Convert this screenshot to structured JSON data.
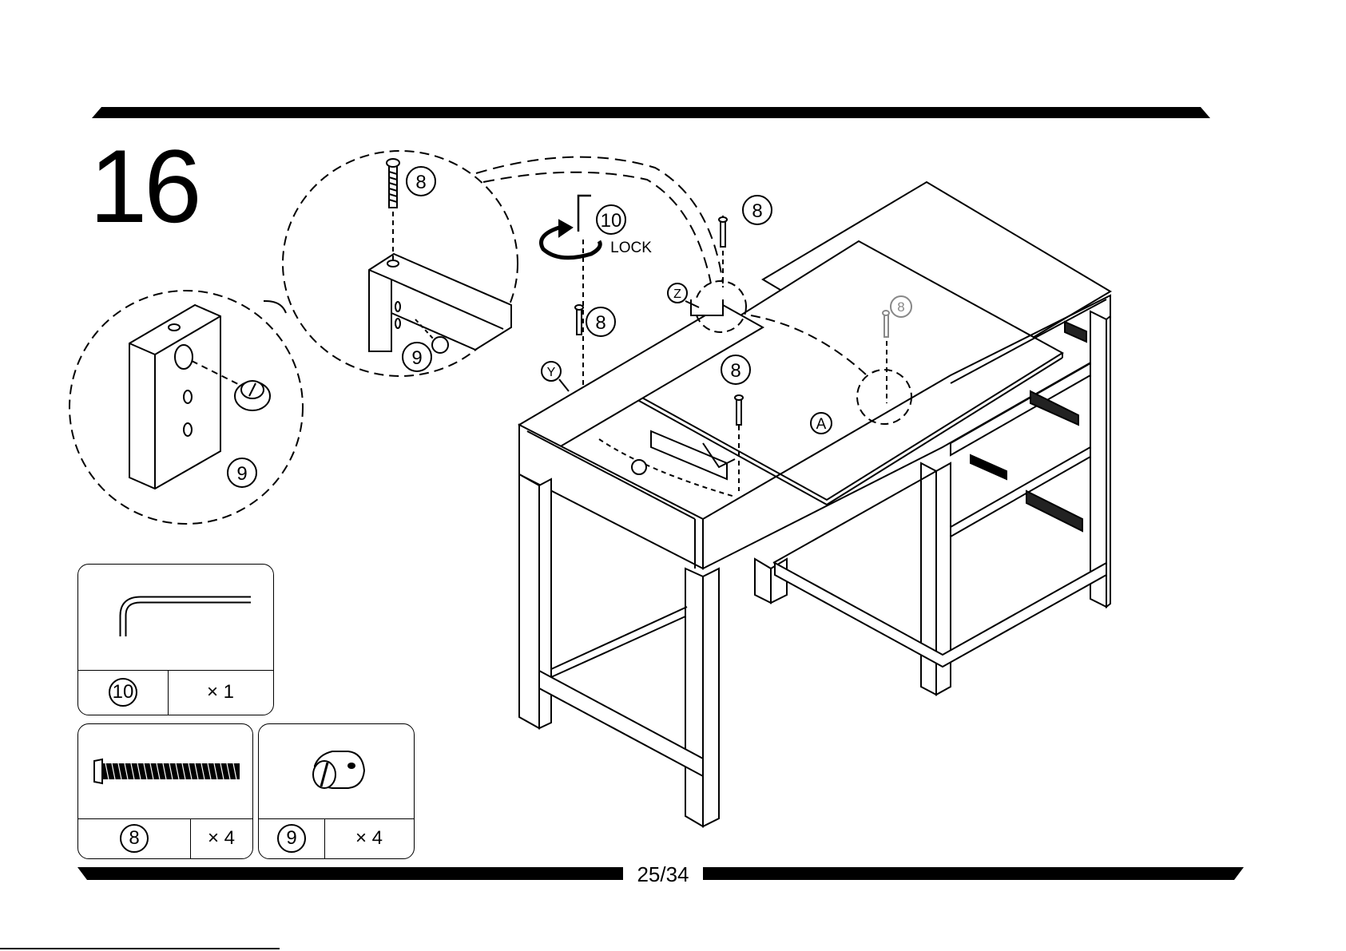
{
  "step": {
    "number": "16"
  },
  "page": {
    "indicator": "25/34"
  },
  "parts": [
    {
      "id": "10",
      "quantity": "× 1",
      "icon": "allen-key-icon"
    },
    {
      "id": "8",
      "quantity": "× 4",
      "icon": "bolt-icon"
    },
    {
      "id": "9",
      "quantity": "× 4",
      "icon": "cam-nut-icon"
    }
  ],
  "callouts": {
    "part8": "8",
    "part9": "9",
    "part10": "10",
    "lock": "LOCK",
    "panelA": "A",
    "pointY": "Y",
    "pointZ": "Z"
  }
}
